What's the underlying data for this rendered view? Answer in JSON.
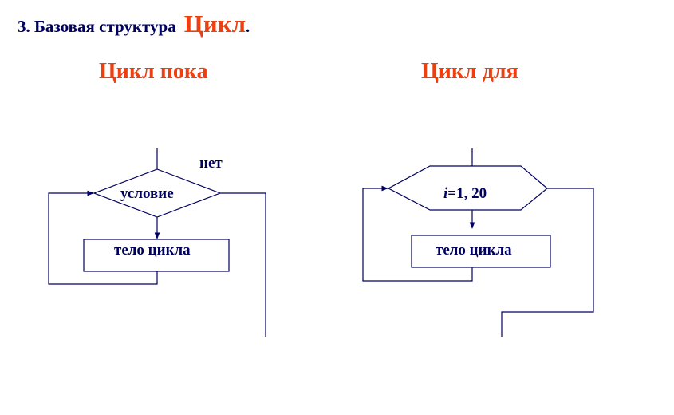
{
  "heading": {
    "prefix": "3. Базовая  структура",
    "accent": "Цикл",
    "suffix": "."
  },
  "while_loop": {
    "title": "Цикл  пока",
    "condition": "условие",
    "no_label": "нет",
    "body": "тело цикла"
  },
  "for_loop": {
    "title": "Цикл  для",
    "variable": "i",
    "range": "=1, 20",
    "body": "тело цикла"
  },
  "colors": {
    "line": "#000060",
    "accent": "#ee3f10"
  }
}
